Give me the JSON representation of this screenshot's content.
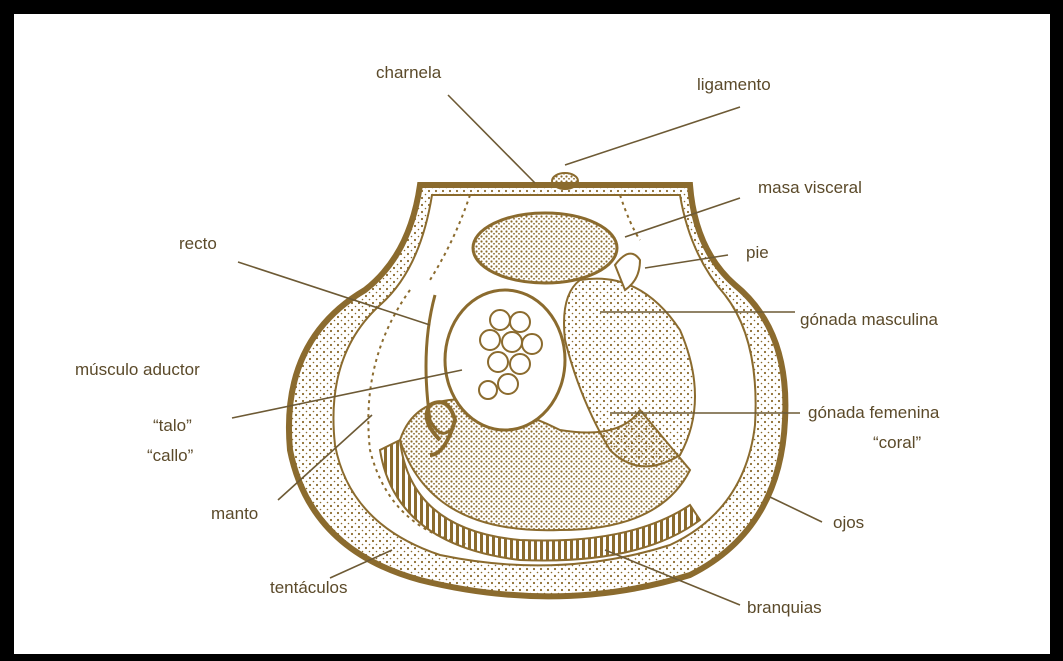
{
  "colors": {
    "ink": "#8b6b2e",
    "ink_dark": "#6d5a35",
    "label_text": "#5b4a2a",
    "background": "#ffffff",
    "border": "#000000"
  },
  "labels": {
    "charnela": "charnela",
    "ligamento": "ligamento",
    "masa_visceral": "masa visceral",
    "recto": "recto",
    "pie": "pie",
    "gonada_masculina": "gónada masculina",
    "musculo_aductor": "músculo aductor",
    "talo": "“talo”",
    "callo": "“callo”",
    "gonada_femenina": "gónada femenina",
    "coral": "“coral”",
    "manto": "manto",
    "ojos": "ojos",
    "tentaculos": "tentáculos",
    "branquias": "branquias"
  }
}
